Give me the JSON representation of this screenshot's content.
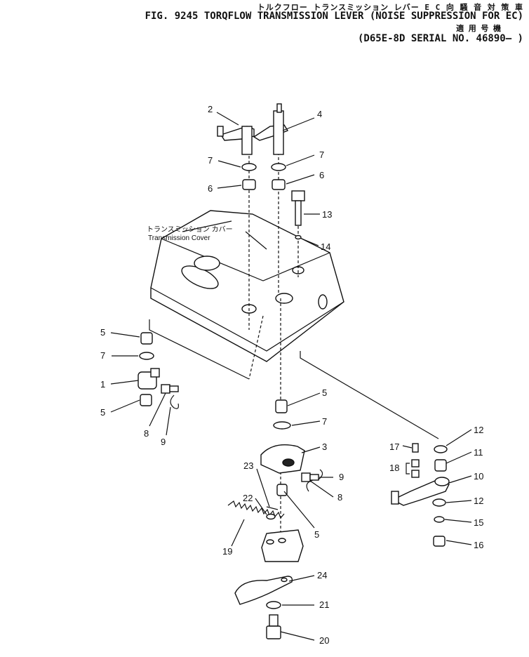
{
  "header": {
    "japanese_title": "トルクフロー トランスミッション レバー   E C 向 騒 音 対 策 車",
    "title": "FIG. 9245  TORQFLOW TRANSMISSION LEVER (NOISE SUPPRESSION FOR EC)",
    "applicable_jp": "適 用 号 機",
    "serial": "(D65E-8D SERIAL NO. 46890– )"
  },
  "cover_label": {
    "japanese": "トランスミッション カバー",
    "english": "Transmission Cover"
  },
  "callouts": [
    "1",
    "2",
    "3",
    "4",
    "5",
    "6",
    "7",
    "8",
    "9",
    "10",
    "11",
    "12",
    "13",
    "14",
    "15",
    "16",
    "17",
    "18",
    "19",
    "20",
    "21",
    "22",
    "23",
    "24"
  ]
}
